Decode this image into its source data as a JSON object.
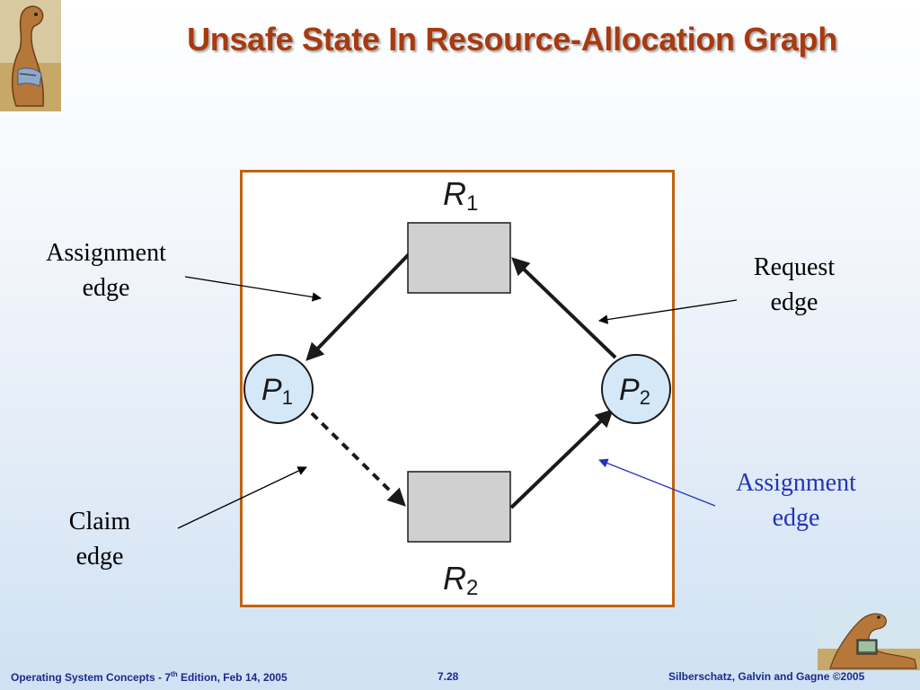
{
  "slide": {
    "title": "Unsafe State In Resource-Allocation Graph"
  },
  "graph": {
    "resources": [
      {
        "letter": "R",
        "subscript": "1"
      },
      {
        "letter": "R",
        "subscript": "2"
      }
    ],
    "processes": [
      {
        "letter": "P",
        "subscript": "1"
      },
      {
        "letter": "P",
        "subscript": "2"
      }
    ],
    "edges": [
      {
        "from": "R1",
        "to": "P1",
        "kind": "assignment"
      },
      {
        "from": "P2",
        "to": "R1",
        "kind": "request"
      },
      {
        "from": "R2",
        "to": "P2",
        "kind": "assignment"
      },
      {
        "from": "P1",
        "to": "R2",
        "kind": "claim"
      }
    ]
  },
  "annotations": {
    "assignment_left": {
      "line1": "Assignment",
      "line2": "edge"
    },
    "request_right": {
      "line1": "Request",
      "line2": "edge"
    },
    "claim_left": {
      "line1": "Claim",
      "line2": "edge"
    },
    "assignment_right": {
      "line1": "Assignment",
      "line2": "edge"
    }
  },
  "footer": {
    "left_prefix": "Operating System Concepts - 7",
    "left_sup": "th",
    "left_suffix": " Edition, Feb 14, 2005",
    "center": "7.28",
    "right": "Silberschatz, Galvin and Gagne ©2005"
  },
  "colors": {
    "title": "#a83a0f",
    "box_border": "#c0640f",
    "resource_fill": "#d0d0d0",
    "process_fill": "#d4e8f8",
    "footer_text": "#1a2a8a",
    "highlight_annotation": "#2233bb"
  }
}
